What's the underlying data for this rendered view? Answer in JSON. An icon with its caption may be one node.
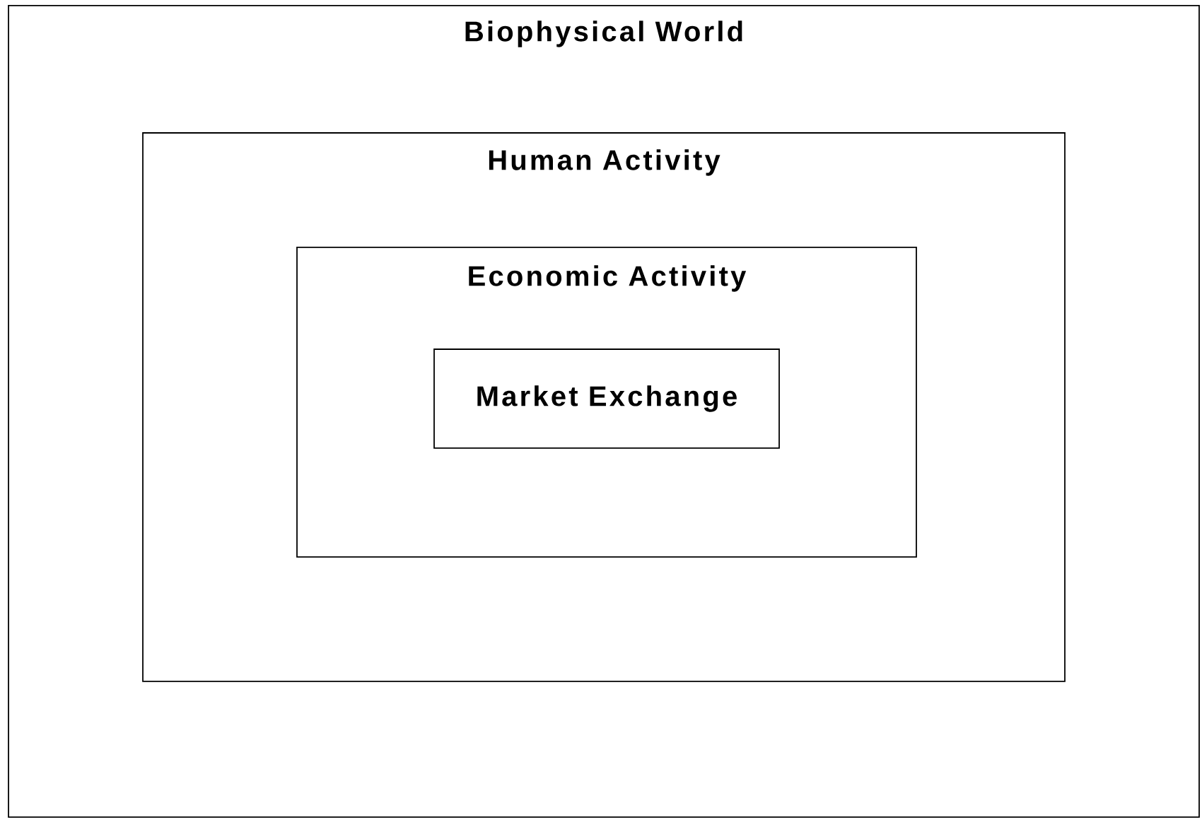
{
  "diagram": {
    "nodes": [
      {
        "text": [
          "Biophysical World"
        ]
      },
      {
        "text": [
          "Human Activity"
        ],
        "in": 0
      },
      {
        "text": [
          "Economic Activity"
        ],
        "in": 1
      },
      {
        "text": [
          "Market Exchange"
        ],
        "in": 2
      }
    ]
  }
}
